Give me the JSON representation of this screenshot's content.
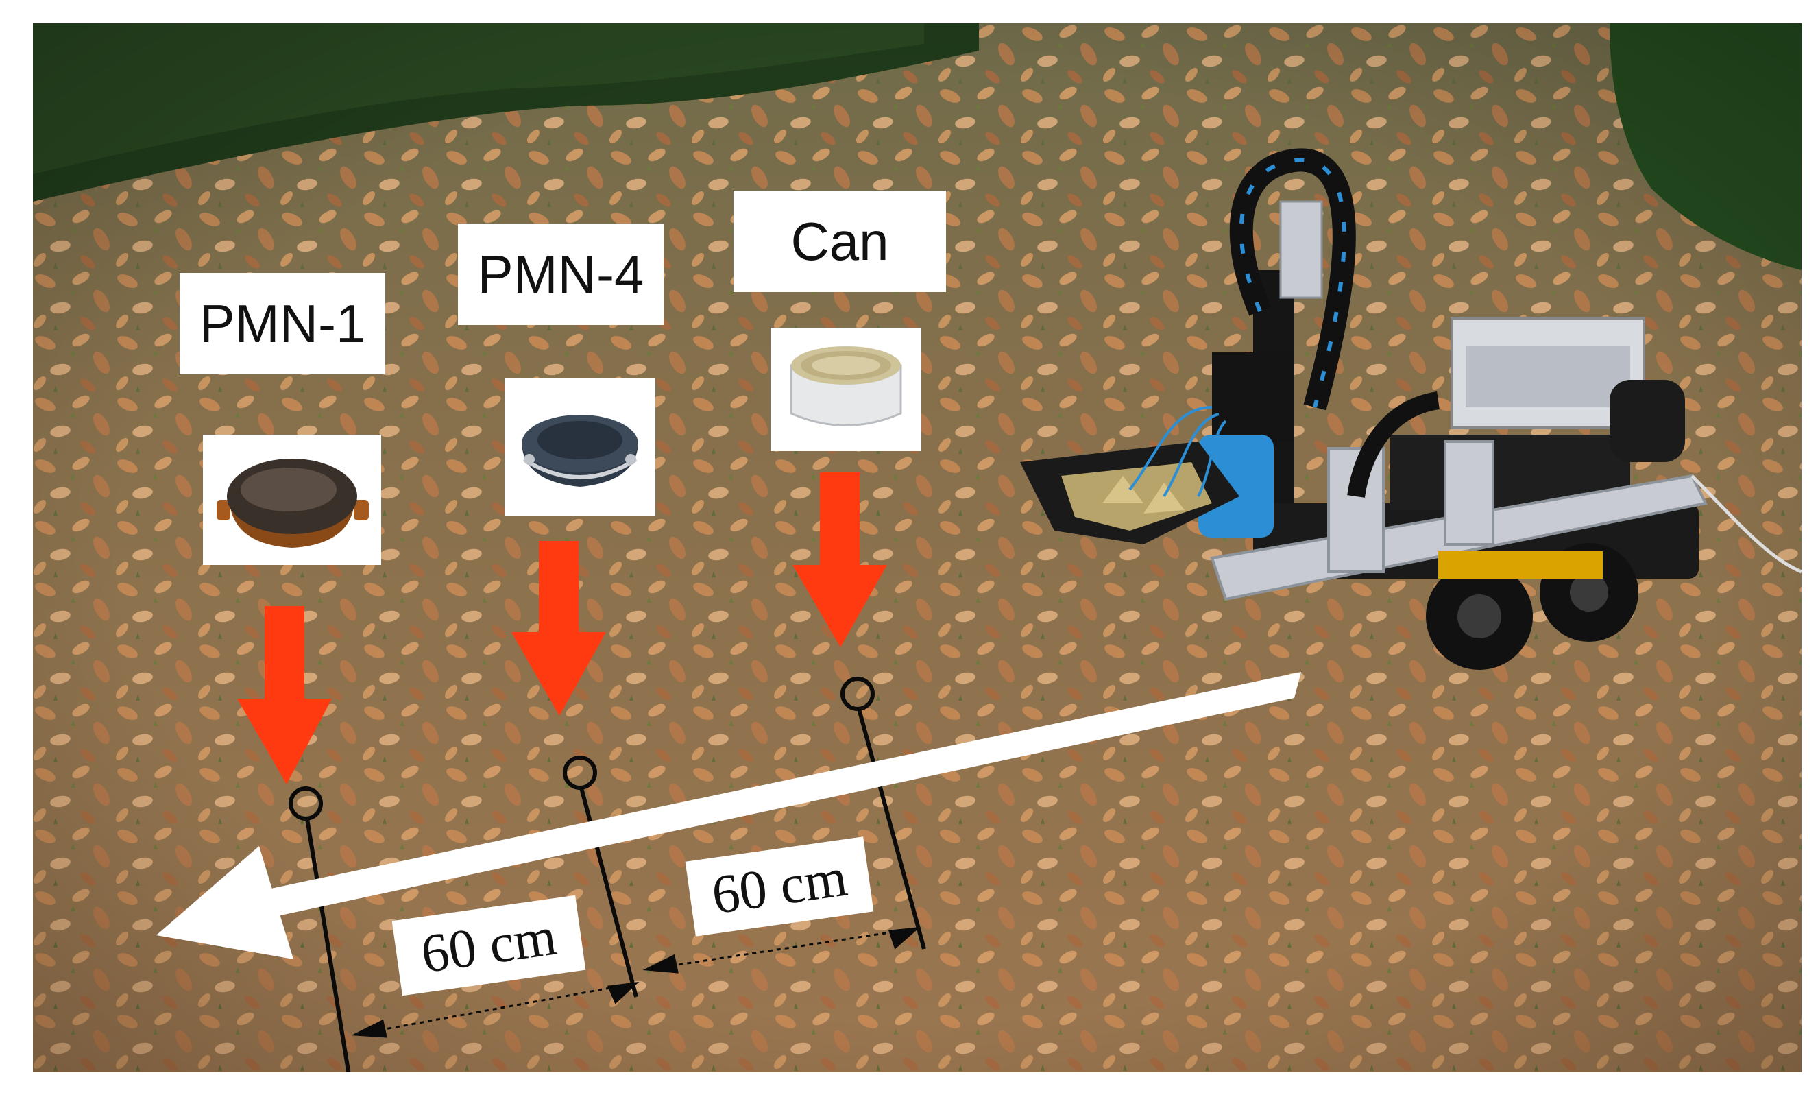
{
  "targets": [
    {
      "label": "PMN-1",
      "icon": "pmn1-mine-icon"
    },
    {
      "label": "PMN-4",
      "icon": "pmn4-mine-icon"
    },
    {
      "label": "Can",
      "icon": "tin-can-icon"
    }
  ],
  "distances": [
    {
      "label": "60 cm"
    },
    {
      "label": "60 cm"
    }
  ],
  "colors": {
    "arrow": "#ff3a10",
    "ground": "#8a6a42",
    "leaf": "#c98a55",
    "grass": "#5c6b38",
    "hedge": "#1f3a1a",
    "robot_frame": "#c8ccd2",
    "robot_dark": "#141414",
    "robot_blue": "#2c8fd6"
  }
}
